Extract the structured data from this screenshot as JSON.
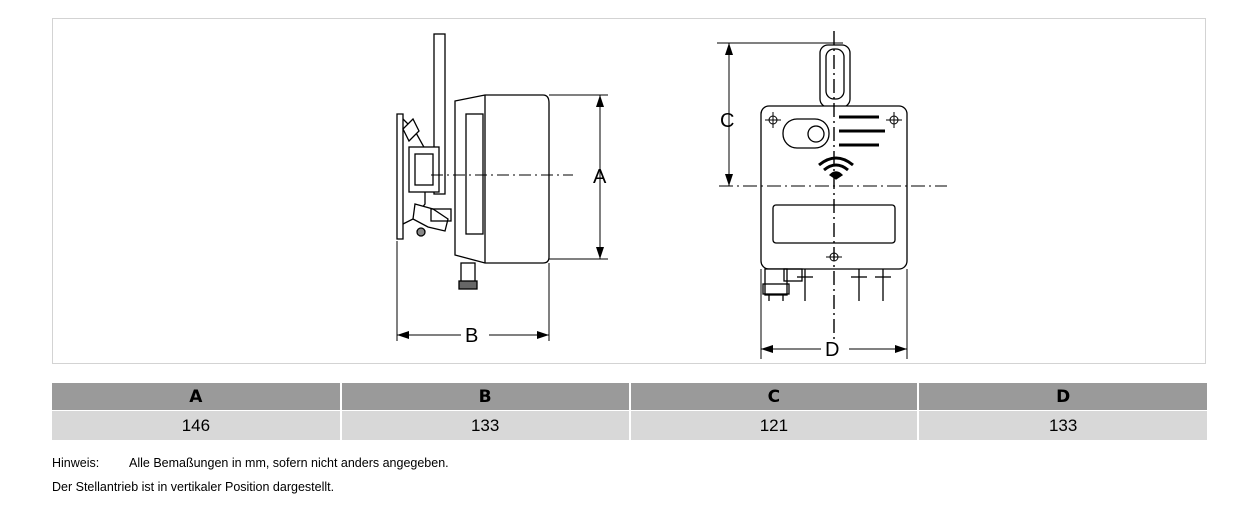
{
  "diagram": {
    "side_view": {
      "labels": {
        "a": "A",
        "b": "B"
      }
    },
    "front_view": {
      "labels": {
        "c": "C",
        "d": "D"
      }
    }
  },
  "dimensions_table": {
    "headers": [
      "A",
      "B",
      "C",
      "D"
    ],
    "values": [
      "146",
      "133",
      "121",
      "133"
    ]
  },
  "notes": {
    "hint_label": "Hinweis:",
    "hint_text": "Alle Bemaßungen in mm, sofern nicht anders angegeben.",
    "position_text": "Der Stellantrieb ist in vertikaler Position dargestellt."
  }
}
